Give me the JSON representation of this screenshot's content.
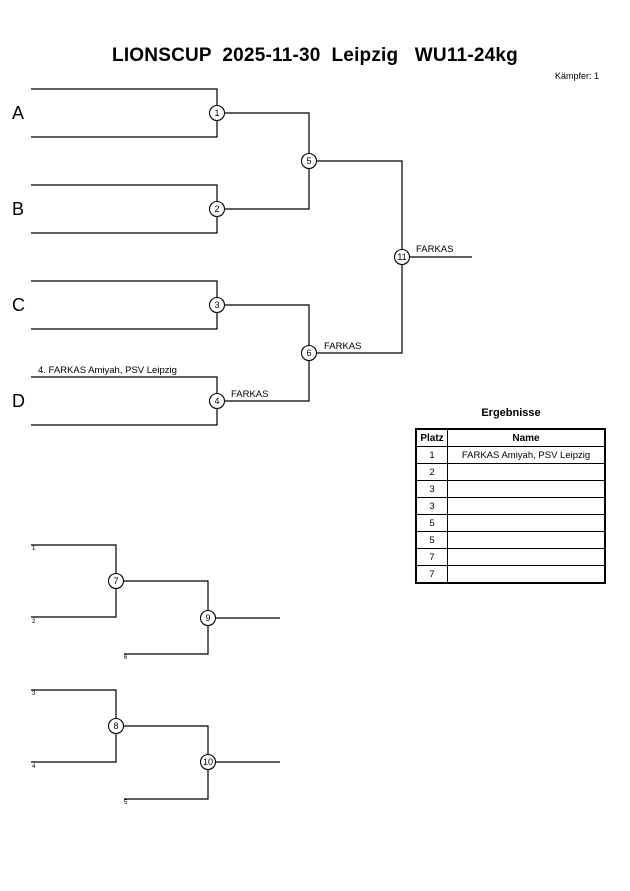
{
  "header": {
    "title": "LIONSCUP  2025-11-30  Leipzig   WU11-24kg",
    "fighter_count": "Kämpfer: 1"
  },
  "pools": [
    "A",
    "B",
    "C",
    "D"
  ],
  "bracket": {
    "matches": [
      "1",
      "2",
      "3",
      "4",
      "5",
      "6",
      "7",
      "8",
      "9",
      "10",
      "11"
    ],
    "entrant_d_label": "4. FARKAS Amiyah, PSV Leipzig",
    "winner_labels": {
      "m4": "FARKAS",
      "m6": "FARKAS",
      "m11": "FARKAS"
    },
    "repechage_seeds": [
      "1",
      "2",
      "6",
      "3",
      "4",
      "5"
    ]
  },
  "results": {
    "title": "Ergebnisse",
    "headers": {
      "place": "Platz",
      "name": "Name"
    },
    "rows": [
      {
        "place": "1",
        "name": "FARKAS Amiyah, PSV Leipzig"
      },
      {
        "place": "2",
        "name": ""
      },
      {
        "place": "3",
        "name": ""
      },
      {
        "place": "3",
        "name": ""
      },
      {
        "place": "5",
        "name": ""
      },
      {
        "place": "5",
        "name": ""
      },
      {
        "place": "7",
        "name": ""
      },
      {
        "place": "7",
        "name": ""
      }
    ]
  }
}
